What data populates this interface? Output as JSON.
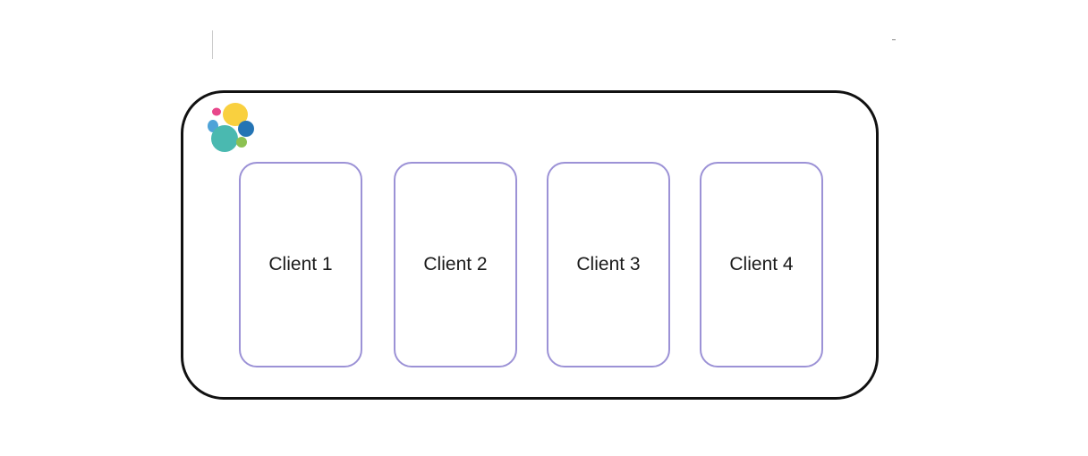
{
  "logo": {
    "icon": "elastic-logo-icon",
    "colors": {
      "yellow": "#f9d03f",
      "teal": "#4ab9b0",
      "blue": "#2474b4",
      "light_blue": "#4fa3d8",
      "pink": "#e8478b",
      "green": "#8cc152"
    }
  },
  "clients": [
    {
      "label": "Client 1"
    },
    {
      "label": "Client 2"
    },
    {
      "label": "Client 3"
    },
    {
      "label": "Client 4"
    }
  ],
  "colors": {
    "cluster_border": "#111111",
    "client_border": "#9c92d6"
  }
}
